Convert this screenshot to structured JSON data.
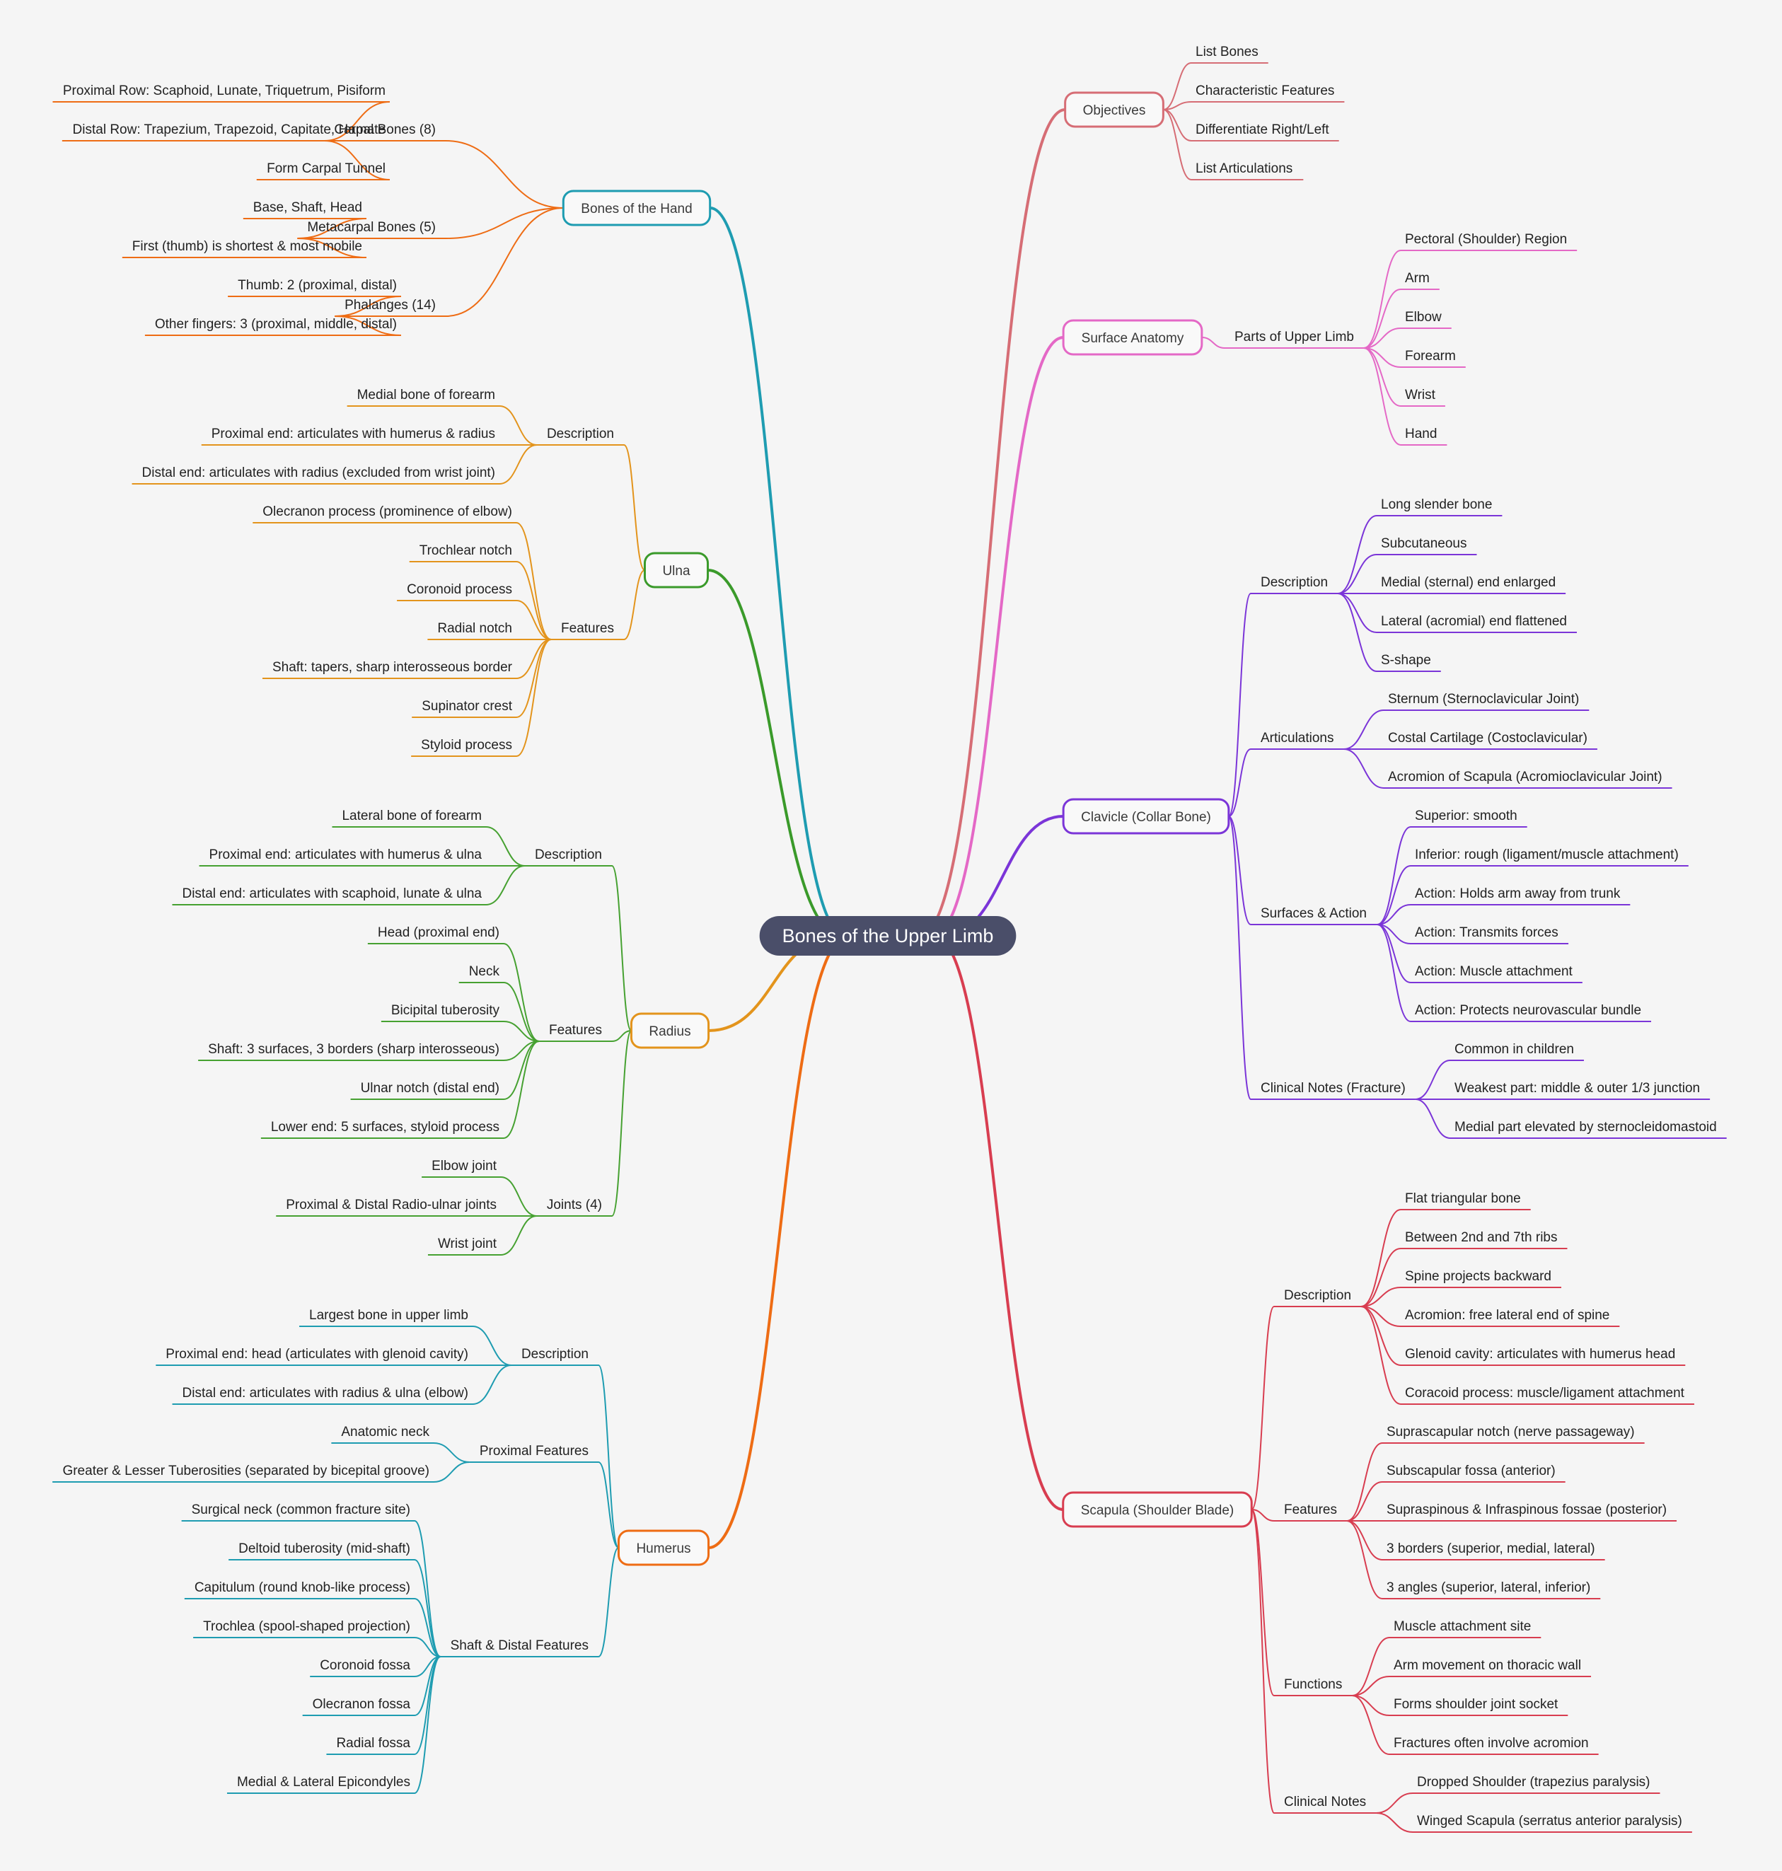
{
  "root": "Bones of the Upper Limb",
  "colors": {
    "background": "#f5f5f5",
    "root_fill": "#4a4e69",
    "root_text": "#ffffff",
    "text": "#222222"
  },
  "branches": {
    "objectives": {
      "label": "Objectives",
      "color": "#d66d75",
      "children": [
        "List Bones",
        "Characteristic Features",
        "Differentiate Right/Left",
        "List Articulations"
      ]
    },
    "surface_anatomy": {
      "label": "Surface Anatomy",
      "color": "#e468c6",
      "groups": [
        {
          "label": "Parts of Upper Limb",
          "items": [
            "Pectoral (Shoulder) Region",
            "Arm",
            "Elbow",
            "Forearm",
            "Wrist",
            "Hand"
          ]
        }
      ]
    },
    "clavicle": {
      "label": "Clavicle (Collar Bone)",
      "color": "#7b35d8",
      "groups": [
        {
          "label": "Description",
          "items": [
            "Long slender bone",
            "Subcutaneous",
            "Medial (sternal) end enlarged",
            "Lateral (acromial) end flattened",
            "S-shape"
          ]
        },
        {
          "label": "Articulations",
          "items": [
            "Sternum (Sternoclavicular Joint)",
            "Costal Cartilage (Costoclavicular)",
            "Acromion of Scapula (Acromioclavicular Joint)"
          ]
        },
        {
          "label": "Surfaces & Action",
          "items": [
            "Superior: smooth",
            "Inferior: rough (ligament/muscle attachment)",
            "Action: Holds arm away from trunk",
            "Action: Transmits forces",
            "Action: Muscle attachment",
            "Action: Protects neurovascular bundle"
          ]
        },
        {
          "label": "Clinical Notes (Fracture)",
          "items": [
            "Common in children",
            "Weakest part: middle & outer 1/3 junction",
            "Medial part elevated by sternocleidomastoid"
          ]
        }
      ]
    },
    "scapula": {
      "label": "Scapula (Shoulder Blade)",
      "color": "#d83d50",
      "groups": [
        {
          "label": "Description",
          "items": [
            "Flat triangular bone",
            "Between 2nd and 7th ribs",
            "Spine projects backward",
            "Acromion: free lateral end of spine",
            "Glenoid cavity: articulates with humerus head",
            "Coracoid process: muscle/ligament attachment"
          ]
        },
        {
          "label": "Features",
          "items": [
            "Suprascapular notch (nerve passageway)",
            "Subscapular fossa (anterior)",
            "Supraspinous & Infraspinous fossae (posterior)",
            "3 borders (superior, medial, lateral)",
            "3 angles (superior, lateral, inferior)"
          ]
        },
        {
          "label": "Functions",
          "items": [
            "Muscle attachment site",
            "Arm movement on thoracic wall",
            "Forms shoulder joint socket",
            "Fractures often involve acromion"
          ]
        },
        {
          "label": "Clinical Notes",
          "items": [
            "Dropped Shoulder (trapezius paralysis)",
            "Winged Scapula (serratus anterior paralysis)"
          ]
        }
      ]
    },
    "hand": {
      "label": "Bones of the Hand",
      "color": "#1e9cb1",
      "sub_color": "#ee6c14",
      "groups": [
        {
          "label": "Carpal Bones (8)",
          "items": [
            "Proximal Row: Scaphoid, Lunate, Triquetrum, Pisiform",
            "Distal Row: Trapezium, Trapezoid, Capitate, Hamate",
            "Form Carpal Tunnel"
          ]
        },
        {
          "label": "Metacarpal Bones (5)",
          "items": [
            "Base, Shaft, Head",
            "First (thumb) is shortest & most mobile"
          ]
        },
        {
          "label": "Phalanges (14)",
          "items": [
            "Thumb: 2 (proximal, distal)",
            "Other fingers: 3 (proximal, middle, distal)"
          ]
        }
      ]
    },
    "ulna": {
      "label": "Ulna",
      "color": "#3a9a2a",
      "sub_color": "#e3941c",
      "groups": [
        {
          "label": "Description",
          "items": [
            "Medial bone of forearm",
            "Proximal end: articulates with humerus & radius",
            "Distal end: articulates with radius (excluded from wrist joint)"
          ]
        },
        {
          "label": "Features",
          "items": [
            "Olecranon process (prominence of elbow)",
            "Trochlear notch",
            "Coronoid process",
            "Radial notch",
            "Shaft: tapers, sharp interosseous border",
            "Supinator crest",
            "Styloid process"
          ]
        }
      ]
    },
    "radius": {
      "label": "Radius",
      "color": "#e3941c",
      "sub_color": "#46a131",
      "groups": [
        {
          "label": "Description",
          "items": [
            "Lateral bone of forearm",
            "Proximal end: articulates with humerus & ulna",
            "Distal end: articulates with scaphoid, lunate & ulna"
          ]
        },
        {
          "label": "Features",
          "items": [
            "Head (proximal end)",
            "Neck",
            "Bicipital tuberosity",
            "Shaft: 3 surfaces, 3 borders (sharp interosseous)",
            "Ulnar notch (distal end)",
            "Lower end: 5 surfaces, styloid process"
          ]
        },
        {
          "label": "Joints (4)",
          "items": [
            "Elbow joint",
            "Proximal & Distal Radio-ulnar joints",
            "Wrist joint"
          ]
        }
      ]
    },
    "humerus": {
      "label": "Humerus",
      "color": "#ee6c14",
      "sub_color": "#1e9cb1",
      "groups": [
        {
          "label": "Description",
          "items": [
            "Largest bone in upper limb",
            "Proximal end: head (articulates with glenoid cavity)",
            "Distal end: articulates with radius & ulna (elbow)"
          ]
        },
        {
          "label": "Proximal Features",
          "items": [
            "Anatomic neck",
            "Greater & Lesser Tuberosities (separated by bicepital groove)"
          ]
        },
        {
          "label": "Shaft & Distal Features",
          "items": [
            "Surgical neck (common fracture site)",
            "Deltoid tuberosity (mid-shaft)",
            "Capitulum (round knob-like process)",
            "Trochlea (spool-shaped projection)",
            "Coronoid fossa",
            "Olecranon fossa",
            "Radial fossa",
            "Medial & Lateral Epicondyles"
          ]
        }
      ]
    }
  }
}
